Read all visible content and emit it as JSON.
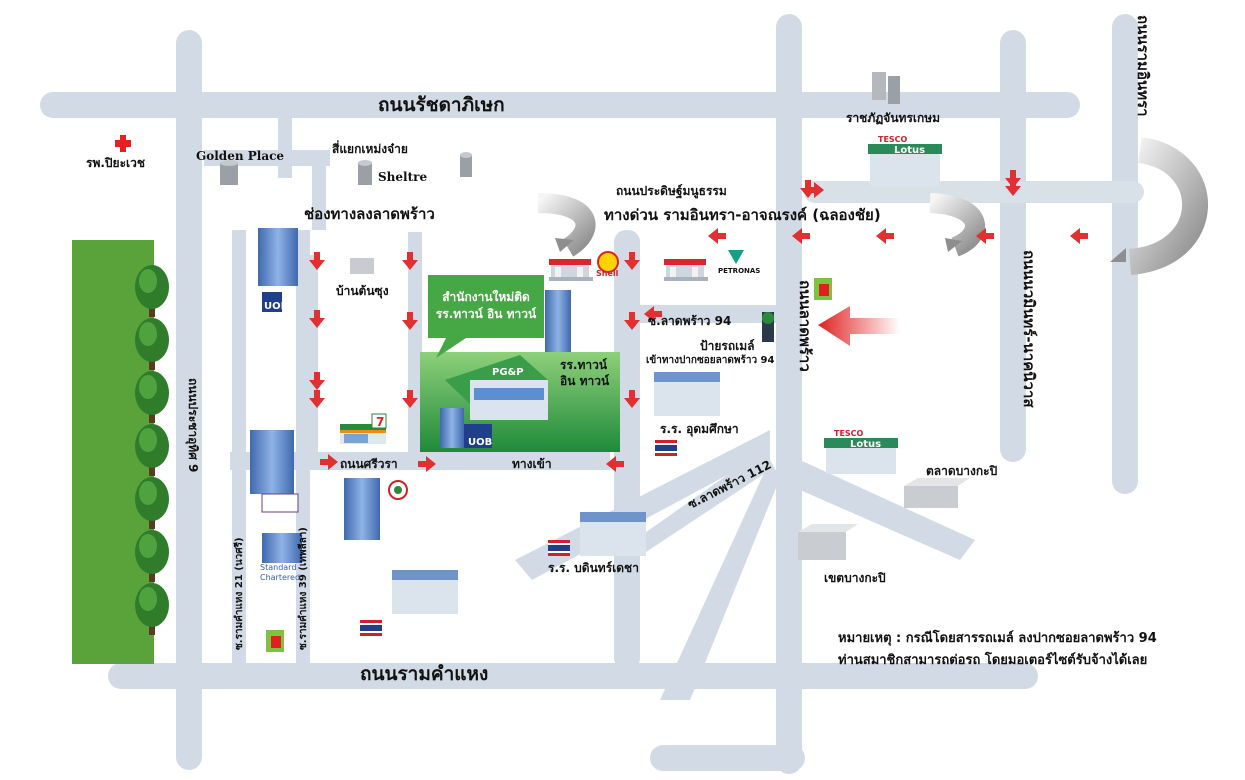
{
  "roads": {
    "ratchada": "ถนนรัชดาภิเษก",
    "ramkhamhaeng": "ถนนรามคำแหง",
    "ramintra": "ถนนรามอินทรา",
    "nawamin": "ถนนนวมินทร์-นาคนิวาส",
    "ladprao": "ถนนลาดพร้าว",
    "prasert": "ถนนประดิษฐ์มนูธรรม",
    "highway": "ทางด่วน รามอินทรา-อาจณรงค์ (ฉลองชัย)",
    "underpass": "ช่องทางลงลาดพร้าว",
    "sriwara": "ถนนศรีวรา",
    "pracha9": "ถนนประชาอุทิศ 9",
    "soi21": "ซ.รามคำแหง 21 (นวศรี)",
    "soi39": "ซ.รามคำแหง 39 (เทพลีลา)",
    "soi94": "ซ.ลาดพร้าว 94",
    "soi112": "ซ.ลาดพร้าว 112"
  },
  "places": {
    "hospital": "รพ.ปิยะเวช",
    "golden_place": "Golden Place",
    "intersection": "สี่แยกเหม่งจ๋าย",
    "sheltre": "Sheltre",
    "rajabhat": "ราชภัฏจันทรเกษม",
    "bantonsung": "บ้านต้นซุง",
    "school_town": "รร.ทาวน์\nอิน ทาวน์",
    "bus_stop": "ป้ายรถเมล์",
    "bus_stop_sub": "เข้าทางปากซอยลาดพร้าว 94",
    "udom": "ร.ร. อุดมศึกษา",
    "bodin": "ร.ร. บดินทร์เดชา",
    "bangkapi_market": "ตลาดบางกะปิ",
    "bangkapi_district": "เขตบางกะปิ",
    "entrance": "ทางเข้า",
    "office_callout": "สำนักงานใหม่ติด\nรร.ทาวน์ อิน ทาวน์",
    "pgp": "PG&P",
    "uob": "UOB",
    "lotus_brand": "Lotus",
    "tesco": "TESCO",
    "shell": "Shell",
    "petronas": "PETRONAS",
    "standard1": "Standard",
    "standard2": "Chartered"
  },
  "note": {
    "line1": "หมายเหตุ : กรณีโดยสารรถเมล์ ลงปากซอยลาดพร้าว 94",
    "line2": "ท่านสมาชิกสามารถต่อรถ โดยมอเตอร์ไซต์รับจ้างได้เลย"
  },
  "colors": {
    "road": "#d2dbe5",
    "park": "#5aa33a",
    "arrow": "#e03030",
    "building_blue": "#6f94c9",
    "callout_green": "#45a845"
  }
}
